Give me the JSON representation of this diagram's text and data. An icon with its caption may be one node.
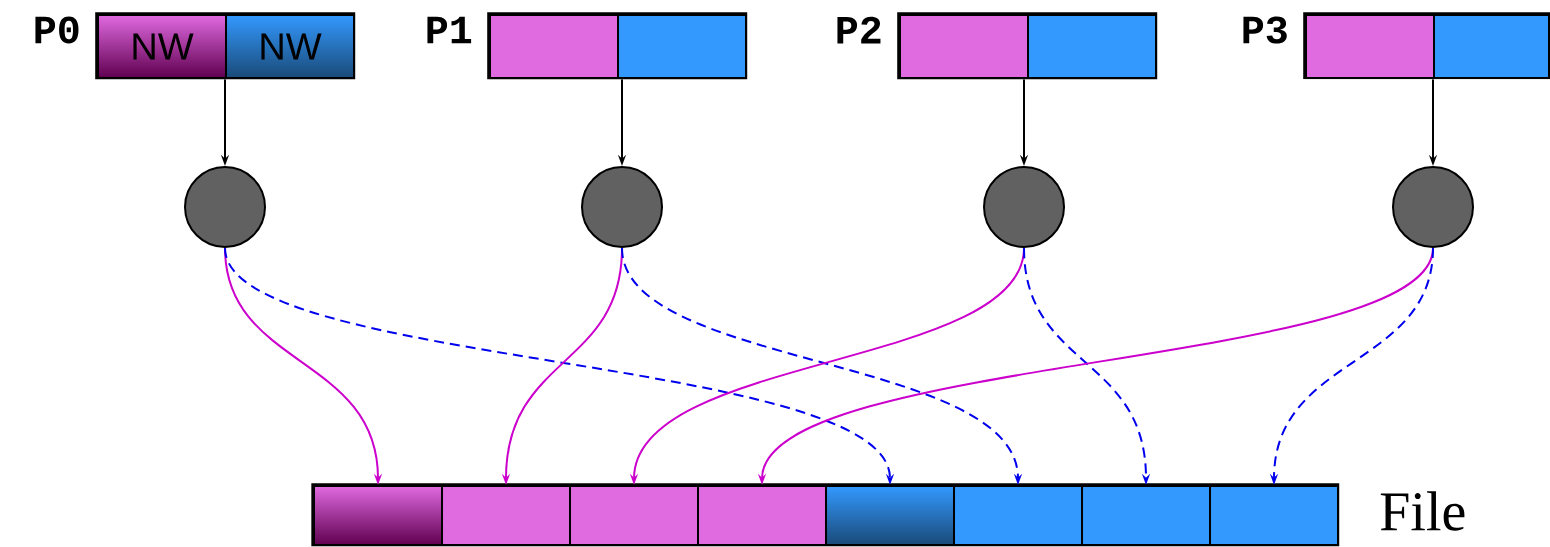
{
  "diagram": {
    "nodes": [
      {
        "text": [
          "P0"
        ]
      },
      {
        "text": [
          "NW"
        ],
        "in": 0
      },
      {
        "text": [
          "NW"
        ],
        "in": 0
      },
      {
        "text": [
          "P1"
        ]
      },
      {
        "text": [],
        "shape": "box",
        "in": 3
      },
      {
        "text": [],
        "shape": "box",
        "in": 3
      },
      {
        "text": [
          "P2"
        ]
      },
      {
        "text": [],
        "shape": "box",
        "in": 6
      },
      {
        "text": [],
        "shape": "box",
        "in": 6
      },
      {
        "text": [
          "P3"
        ]
      },
      {
        "text": [],
        "shape": "box",
        "in": 9
      },
      {
        "text": [],
        "shape": "box",
        "in": 9
      },
      {
        "text": [],
        "shape": "circle"
      },
      {
        "text": [],
        "shape": "circle"
      },
      {
        "text": [],
        "shape": "circle"
      },
      {
        "text": [],
        "shape": "circle"
      },
      {
        "text": [
          "File"
        ]
      },
      {
        "text": [],
        "shape": "box",
        "in": 16
      },
      {
        "text": [],
        "shape": "box",
        "in": 16
      },
      {
        "text": [],
        "shape": "box",
        "in": 16
      },
      {
        "text": [],
        "shape": "box",
        "in": 16
      },
      {
        "text": [],
        "shape": "box",
        "in": 16
      },
      {
        "text": [],
        "shape": "box",
        "in": 16
      },
      {
        "text": [],
        "shape": "box",
        "in": 16
      },
      {
        "text": [],
        "shape": "box",
        "in": 16
      }
    ],
    "edges": [
      {
        "from": 0,
        "to": 12,
        "arrow": "to"
      },
      {
        "from": 3,
        "to": 13,
        "arrow": "to"
      },
      {
        "from": 6,
        "to": 14,
        "arrow": "to"
      },
      {
        "from": 9,
        "to": 15,
        "arrow": "to"
      },
      {
        "from": 12,
        "to": 17,
        "arrow": "to",
        "color": "#cc00cc"
      },
      {
        "from": 12,
        "to": 21,
        "arrow": "to",
        "style": "dashed",
        "color": "#0000ee"
      },
      {
        "from": 13,
        "to": 18,
        "arrow": "to",
        "color": "#cc00cc"
      },
      {
        "from": 13,
        "to": 22,
        "arrow": "to",
        "style": "dashed",
        "color": "#0000ee"
      },
      {
        "from": 14,
        "to": 19,
        "arrow": "to",
        "color": "#cc00cc"
      },
      {
        "from": 14,
        "to": 23,
        "arrow": "to",
        "style": "dashed",
        "color": "#0000ee"
      },
      {
        "from": 15,
        "to": 20,
        "arrow": "to",
        "color": "#cc00cc"
      },
      {
        "from": 15,
        "to": 24,
        "arrow": "to",
        "style": "dashed",
        "color": "#0000ee"
      }
    ]
  }
}
